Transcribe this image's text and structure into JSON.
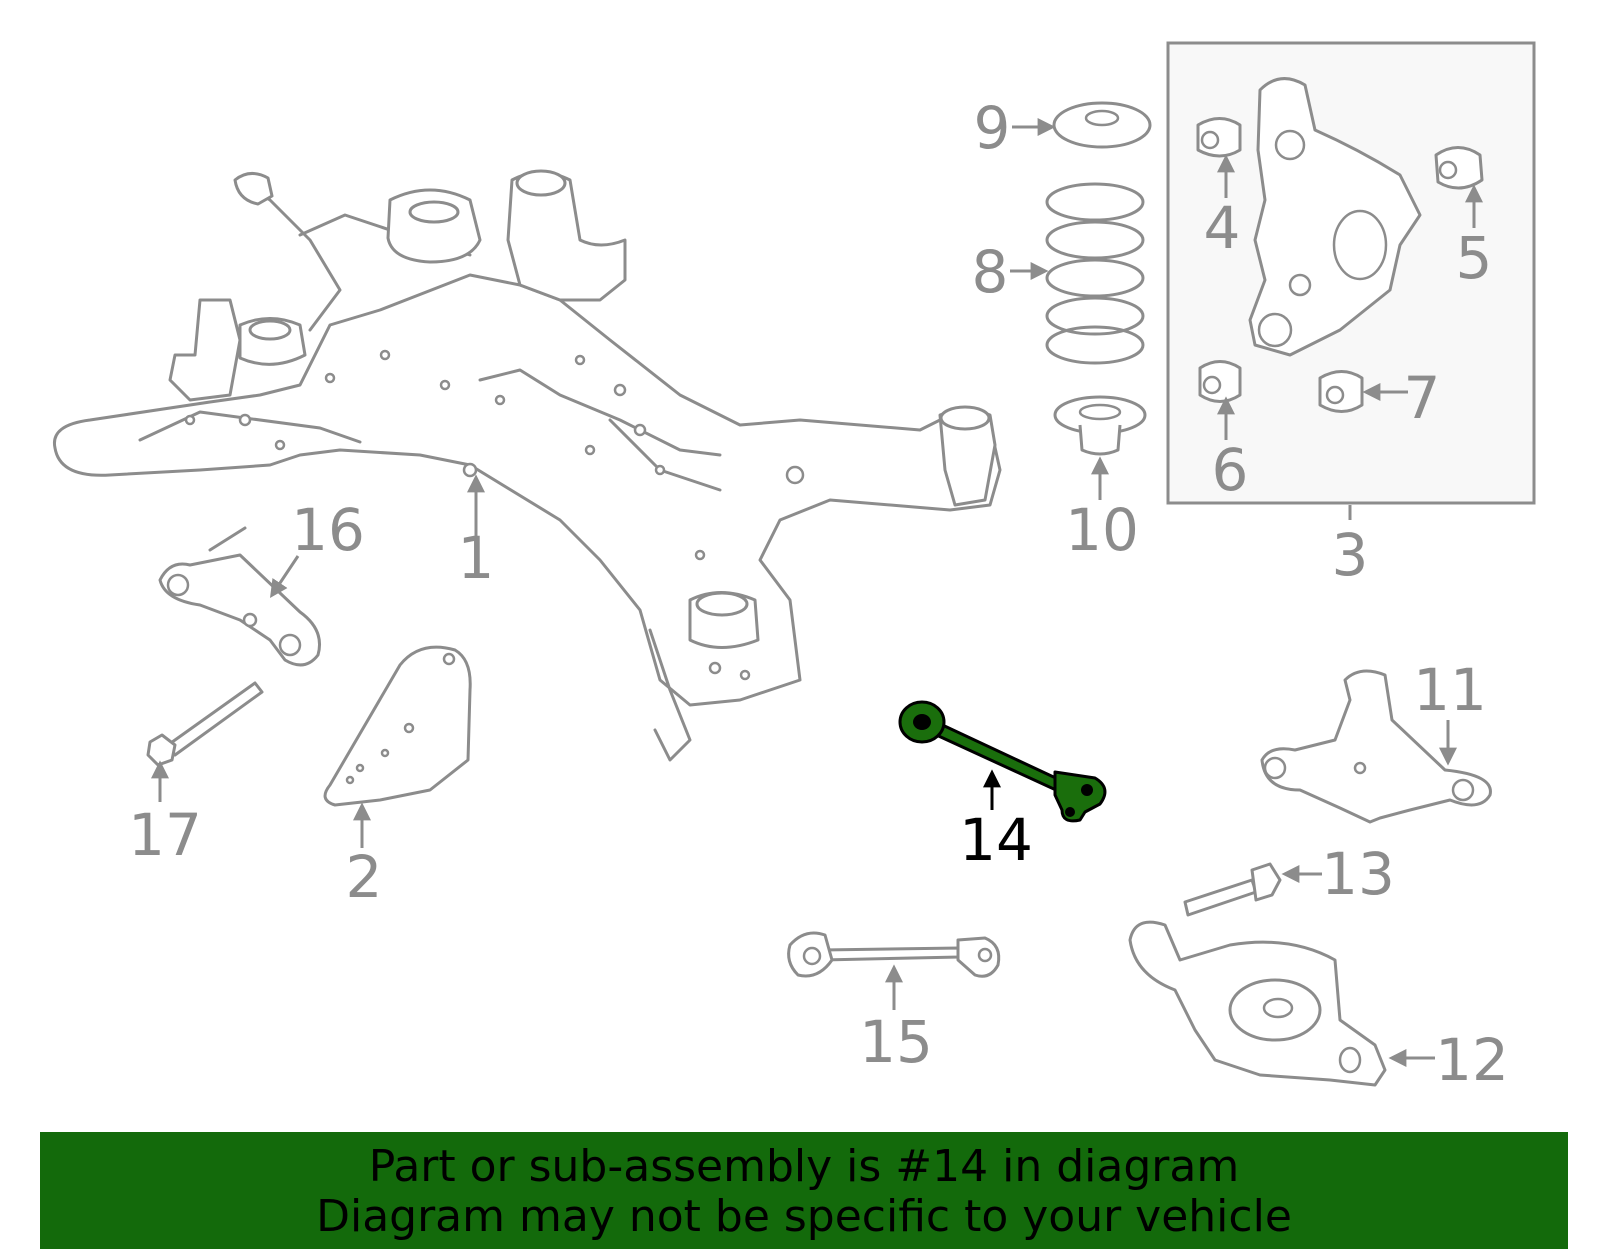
{
  "highlighted_part": "14",
  "callouts": {
    "c1": "1",
    "c2": "2",
    "c3": "3",
    "c4": "4",
    "c5": "5",
    "c6": "6",
    "c7": "7",
    "c8": "8",
    "c9": "9",
    "c10": "10",
    "c11": "11",
    "c12": "12",
    "c13": "13",
    "c14": "14",
    "c15": "15",
    "c16": "16",
    "c17": "17"
  },
  "banner": {
    "line1": "Part or sub-assembly is #14 in diagram",
    "line2": "Diagram may not be specific to your vehicle"
  },
  "colors": {
    "line_art": "#8c8c8c",
    "highlight_fill": "#1a6e0c",
    "banner_bg": "#136a0b",
    "banner_text": "#000000"
  }
}
